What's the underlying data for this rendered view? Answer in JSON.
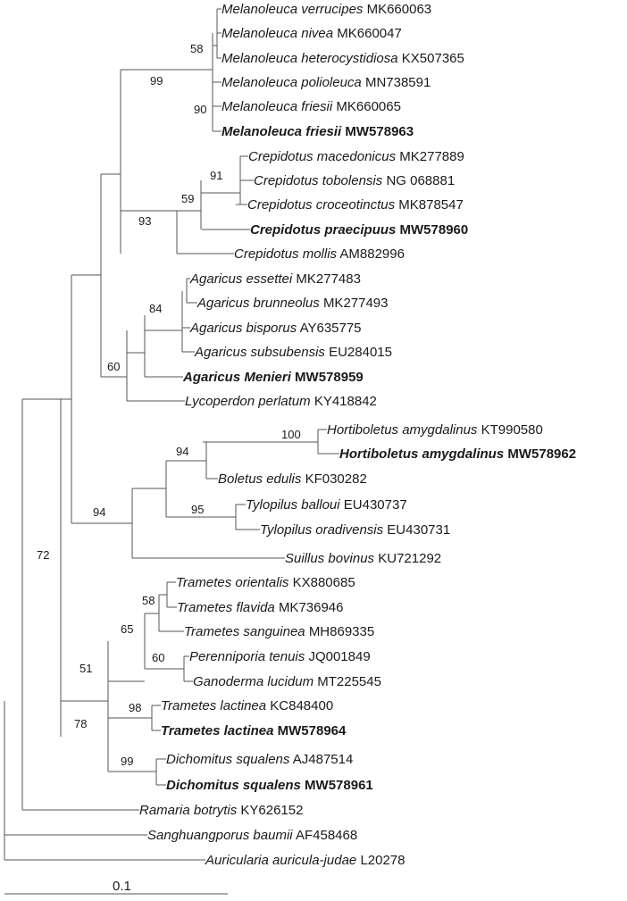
{
  "tree": {
    "taxa": [
      {
        "species": "Melanoleuca verrucipes",
        "accession": "MK660063",
        "bold": false
      },
      {
        "species": "Melanoleuca nivea",
        "accession": "MK660047",
        "bold": false
      },
      {
        "species": "Melanoleuca heterocystidiosa",
        "accession": "KX507365",
        "bold": false
      },
      {
        "species": "Melanoleuca polioleuca",
        "accession": "MN738591",
        "bold": false
      },
      {
        "species": "Melanoleuca friesii",
        "accession": "MK660065",
        "bold": false
      },
      {
        "species": "Melanoleuca friesii",
        "accession": "MW578963",
        "bold": true
      },
      {
        "species": "Crepidotus macedonicus",
        "accession": "MK277889",
        "bold": false
      },
      {
        "species": "Crepidotus tobolensis",
        "accession": "NG 068881",
        "bold": false
      },
      {
        "species": "Crepidotus croceotinctus",
        "accession": "MK878547",
        "bold": false
      },
      {
        "species": "Crepidotus praecipuus",
        "accession": "MW578960",
        "bold": true
      },
      {
        "species": "Crepidotus mollis",
        "accession": "AM882996",
        "bold": false
      },
      {
        "species": "Agaricus essettei",
        "accession": "MK277483",
        "bold": false
      },
      {
        "species": "Agaricus brunneolus",
        "accession": "MK277493",
        "bold": false
      },
      {
        "species": "Agaricus bisporus",
        "accession": "AY635775",
        "bold": false
      },
      {
        "species": "Agaricus subsubensis",
        "accession": "EU284015",
        "bold": false
      },
      {
        "species": "Agaricus Menieri",
        "accession": "MW578959",
        "bold": true
      },
      {
        "species": "Lycoperdon perlatum",
        "accession": "KY418842",
        "bold": false
      },
      {
        "species": "Hortiboletus amygdalinus",
        "accession": "KT990580",
        "bold": false
      },
      {
        "species": "Hortiboletus amygdalinus",
        "accession": "MW578962",
        "bold": true
      },
      {
        "species": "Boletus edulis",
        "accession": "KF030282",
        "bold": false
      },
      {
        "species": "Tylopilus balloui",
        "accession": "EU430737",
        "bold": false
      },
      {
        "species": "Tylopilus oradivensis",
        "accession": "EU430731",
        "bold": false
      },
      {
        "species": "Suillus bovinus",
        "accession": "KU721292",
        "bold": false
      },
      {
        "species": "Trametes orientalis",
        "accession": "KX880685",
        "bold": false
      },
      {
        "species": "Trametes flavida",
        "accession": "MK736946",
        "bold": false
      },
      {
        "species": "Trametes sanguinea",
        "accession": "MH869335",
        "bold": false
      },
      {
        "species": "Perenniporia tenuis",
        "accession": "JQ001849",
        "bold": false
      },
      {
        "species": "Ganoderma lucidum",
        "accession": "MT225545",
        "bold": false
      },
      {
        "species": "Trametes lactinea",
        "accession": "KC848400",
        "bold": false
      },
      {
        "species": "Trametes lactinea",
        "accession": "MW578964",
        "bold": true
      },
      {
        "species": "Dichomitus squalens",
        "accession": "AJ487514",
        "bold": false
      },
      {
        "species": "Dichomitus squalens",
        "accession": "MW578961",
        "bold": true
      },
      {
        "species": "Ramaria botrytis",
        "accession": "KY626152",
        "bold": false
      },
      {
        "species": "Sanghuangporus baumii",
        "accession": "AF458468",
        "bold": false
      },
      {
        "species": "Auricularia auricula-judae",
        "accession": "L20278",
        "bold": false
      }
    ],
    "bootstrap": [
      "58",
      "99",
      "90",
      "91",
      "59",
      "93",
      "84",
      "60",
      "100",
      "94",
      "95",
      "94",
      "58",
      "65",
      "60",
      "51",
      "98",
      "99",
      "78",
      "72"
    ],
    "scale_label": "0.1"
  }
}
